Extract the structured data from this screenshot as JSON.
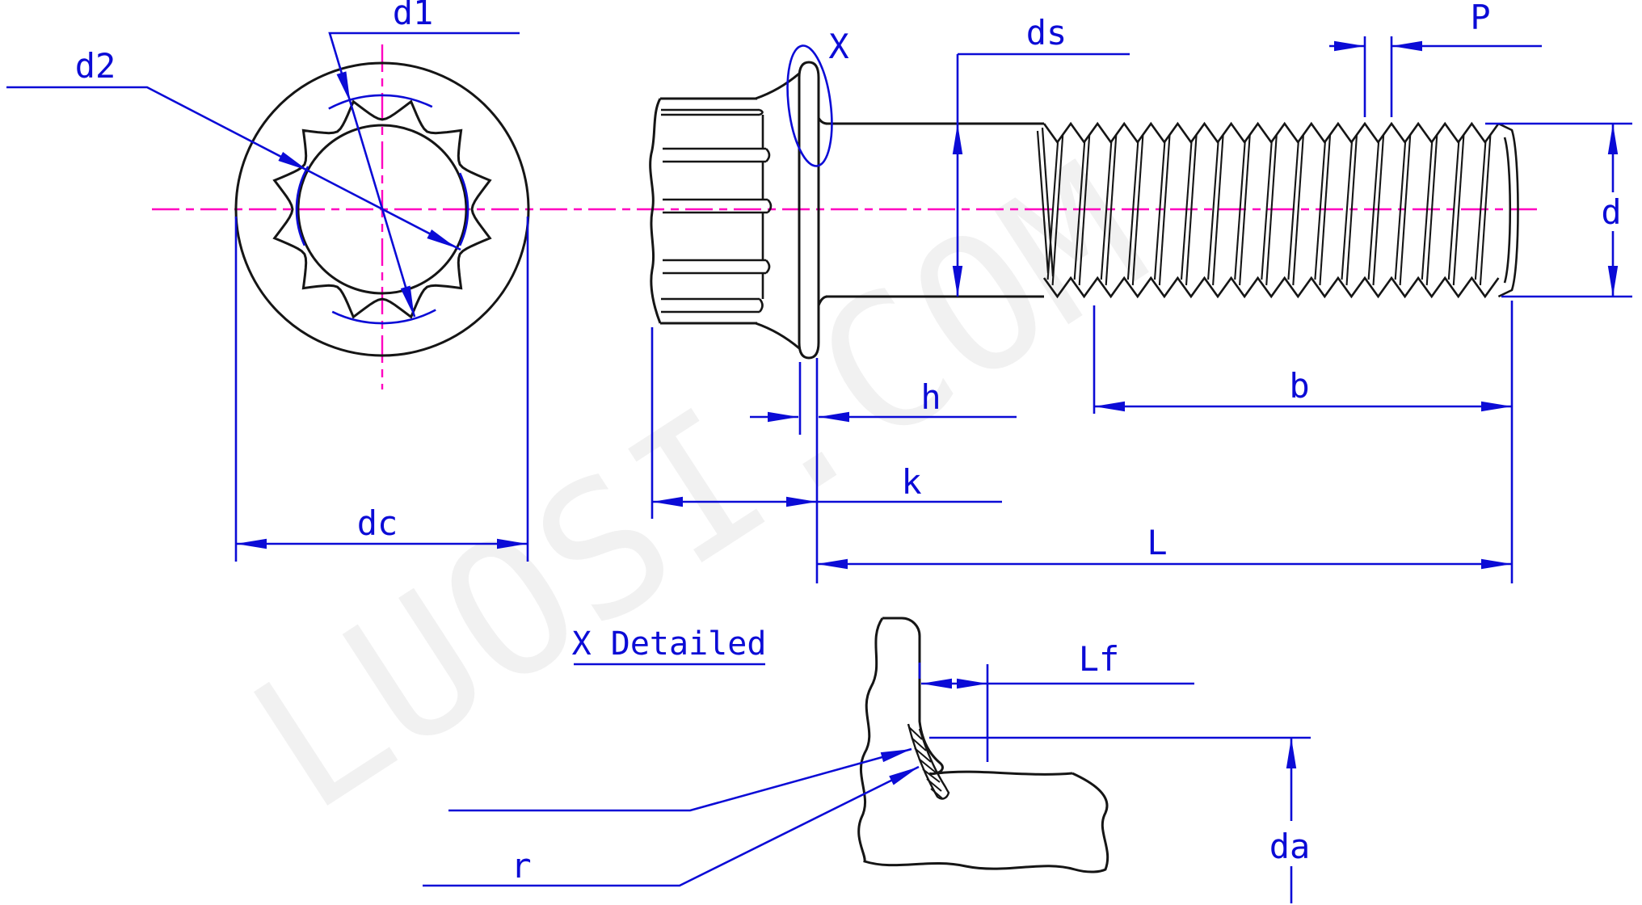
{
  "watermark": {
    "text": "LUOSI.COM"
  },
  "colors": {
    "dimension_blue": "#0b0bd6",
    "outline_black": "#151515",
    "centerline_magenta": "#ff00c0",
    "watermark_gray": "rgba(0,0,0,0.05)"
  },
  "front_view": {
    "d1": "d1",
    "d2": "d2",
    "dc": "dc"
  },
  "side_view": {
    "detail_callout": "X",
    "ds": "ds",
    "pitch": "P",
    "thread_diameter": "d",
    "flange_thickness": "h",
    "head_height": "k",
    "thread_length": "b",
    "bolt_length": "L"
  },
  "detail_view": {
    "title": "X Detailed",
    "lf": "Lf",
    "da": "da",
    "fillet_radius": "r"
  }
}
